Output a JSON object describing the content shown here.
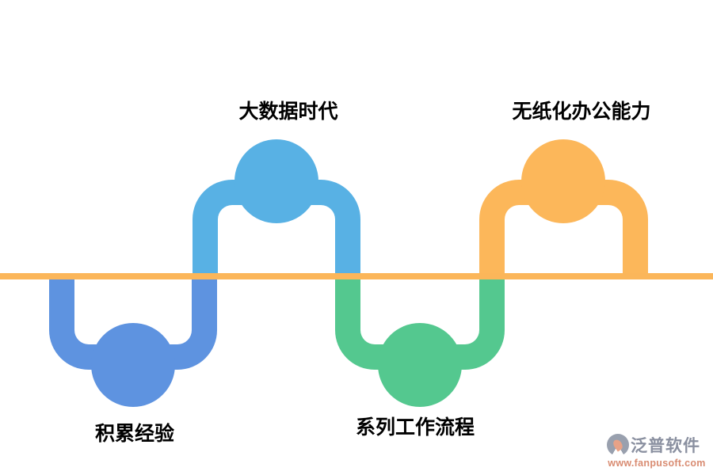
{
  "diagram": {
    "background": "#FFFFFF",
    "baseline_color": "#FBB65A",
    "label_color": "#000000",
    "units": [
      {
        "label": "积累经验",
        "side": "below",
        "color": "#5E93E0"
      },
      {
        "label": "大数据时代",
        "side": "above",
        "color": "#58B1E4"
      },
      {
        "label": "系列工作流程",
        "side": "below",
        "color": "#54C88F"
      },
      {
        "label": "无纸化办公能力",
        "side": "above",
        "color": "#FCB75A"
      }
    ]
  },
  "watermark": {
    "name": "泛普软件",
    "url": "www.fanpusoft.com",
    "name_color": "#8A90A0",
    "url_color": "#D98C72",
    "icon_gray": "#99A0AE",
    "icon_accent": "#E8A287"
  }
}
